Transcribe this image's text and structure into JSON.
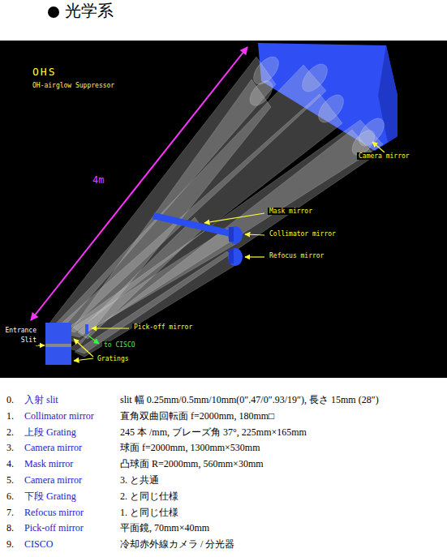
{
  "diagram": {
    "title": "光学系",
    "labels": [
      "OHS",
      "OH-airglow Suppressor",
      "4m",
      "Camera mirror",
      "Mask mirror",
      "Collimator mirror",
      "Refocus mirror",
      "Entrance Slit",
      "Pick-off mirror",
      "to CISCO",
      "Gratings",
      "0.",
      "入射 slit",
      "slit 幅 0.25mm/0.5mm/10mm(0″.47/0″.93/19″), 長さ 15mm (28″)",
      "1.",
      "Collimator mirror",
      "直角双曲回転面 f=2000mm, 180mm□",
      "2.",
      "上段 Grating",
      "245 本 /mm, ブレーズ角 37°, 225mm×165mm",
      "3.",
      "Camera mirror",
      "球面 f=2000mm, 1300mm×530mm",
      "4.",
      "Mask mirror",
      "凸球面 R=2000mm, 560mm×30mm",
      "5.",
      "Camera mirror",
      "3. と共通",
      "6.",
      "下段 Grating",
      "2. と同じ仕様",
      "7.",
      "Refocus mirror",
      "1. と同じ仕様",
      "8.",
      "Pick-off mirror",
      "平面鏡, 70mm×40mm",
      "9.",
      "CISCO",
      "冷却赤外線カメラ / 分光器"
    ]
  }
}
